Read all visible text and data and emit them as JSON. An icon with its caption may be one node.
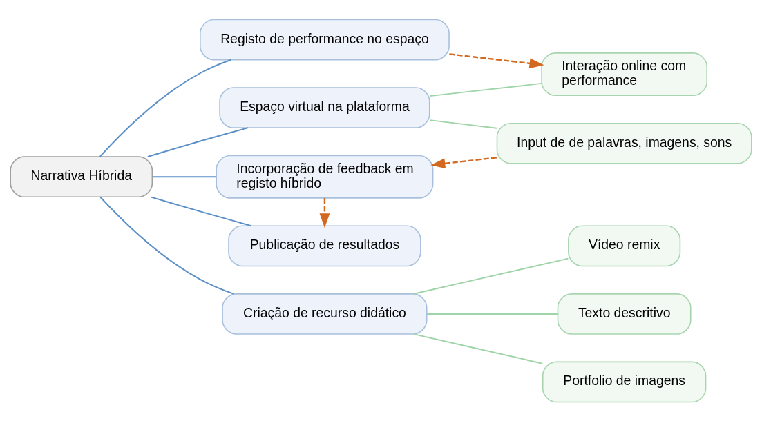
{
  "diagram": {
    "nodes": [
      {
        "text": [
          "Narrativa Híbrida"
        ]
      },
      {
        "text": [
          "Registo de performance no espaço"
        ]
      },
      {
        "text": [
          "Espaço virtual na plataforma"
        ]
      },
      {
        "text": [
          "Interação online com performance"
        ]
      },
      {
        "text": [
          "Input de de palavras, imagens, sons"
        ]
      },
      {
        "text": [
          "Incorporação de feedback em registo híbrido"
        ]
      },
      {
        "text": [
          "Publicação de resultados"
        ]
      },
      {
        "text": [
          "Criação de recurso didático"
        ]
      },
      {
        "text": [
          "Vídeo remix"
        ]
      },
      {
        "text": [
          "Texto descritivo"
        ]
      },
      {
        "text": [
          "Portfolio de imagens"
        ]
      }
    ],
    "edges": [
      {
        "from": 0,
        "to": 1,
        "arrow": "none"
      },
      {
        "from": 0,
        "to": 2,
        "arrow": "none"
      },
      {
        "from": 0,
        "to": 5,
        "arrow": "none"
      },
      {
        "from": 0,
        "to": 6,
        "arrow": "none"
      },
      {
        "from": 0,
        "to": 7,
        "arrow": "none"
      },
      {
        "from": 2,
        "to": 3,
        "arrow": "none",
        "color": "#9fd3a8"
      },
      {
        "from": 2,
        "to": 4,
        "arrow": "none",
        "color": "#9fd3a8"
      },
      {
        "from": 7,
        "to": 8,
        "arrow": "none",
        "color": "#9fd3a8"
      },
      {
        "from": 7,
        "to": 9,
        "arrow": "none",
        "color": "#9fd3a8"
      },
      {
        "from": 7,
        "to": 10,
        "arrow": "none",
        "color": "#9fd3a8"
      },
      {
        "from": 1,
        "to": 3,
        "arrow": "to",
        "style": "dashed",
        "color": "#d2691e"
      },
      {
        "from": 4,
        "to": 5,
        "arrow": "to",
        "style": "dashed",
        "color": "#d2691e"
      },
      {
        "from": 5,
        "to": 6,
        "arrow": "to",
        "style": "dashed",
        "color": "#d2691e"
      }
    ]
  }
}
